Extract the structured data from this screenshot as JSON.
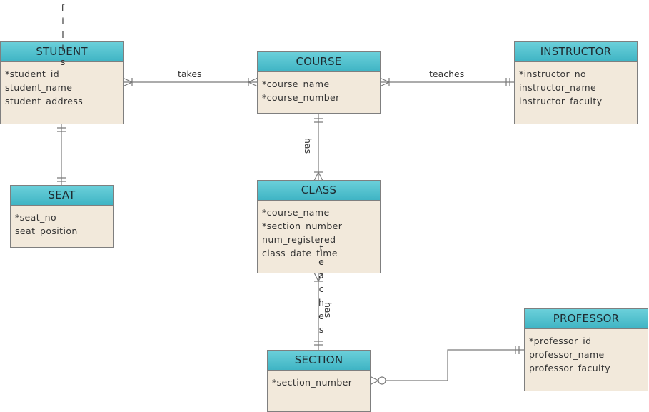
{
  "entities": {
    "student": {
      "title": "STUDENT",
      "attrs": [
        "*student_id",
        "student_name",
        "student_address"
      ]
    },
    "course": {
      "title": "COURSE",
      "attrs": [
        "*course_name",
        "*course_number"
      ]
    },
    "instructor": {
      "title": "INSTRUCTOR",
      "attrs": [
        "*instructor_no",
        "instructor_name",
        "instructor_faculty"
      ]
    },
    "seat": {
      "title": "SEAT",
      "attrs": [
        "*seat_no",
        "seat_position"
      ]
    },
    "class": {
      "title": "CLASS",
      "attrs": [
        "*course_name",
        "*section_number",
        "num_registered",
        "class_date_time"
      ]
    },
    "section": {
      "title": "SECTION",
      "attrs": [
        "*section_number"
      ]
    },
    "professor": {
      "title": "PROFESSOR",
      "attrs": [
        "*professor_id",
        "professor_name",
        "professor_faculty"
      ]
    }
  },
  "relationships": {
    "student_course": {
      "label": "takes",
      "from": "STUDENT",
      "to": "COURSE",
      "from_card": "one-or-many",
      "to_card": "one-or-many"
    },
    "course_instructor": {
      "label": "teaches",
      "from": "COURSE",
      "to": "INSTRUCTOR",
      "from_card": "one-or-many",
      "to_card": "one-and-only-one"
    },
    "course_class": {
      "label": "has",
      "from": "COURSE",
      "to": "CLASS",
      "from_card": "one-and-only-one",
      "to_card": "one-or-many"
    },
    "student_seat": {
      "label": "fills",
      "letters": [
        "f",
        "i",
        "l",
        "l",
        "s"
      ],
      "from": "STUDENT",
      "to": "SEAT",
      "from_card": "one-and-only-one",
      "to_card": "one-and-only-one"
    },
    "class_section": {
      "label": "has",
      "from": "CLASS",
      "to": "SECTION",
      "from_card": "one-or-many",
      "to_card": "one-and-only-one"
    },
    "class_section_teaches": {
      "label": "teaches",
      "letters": [
        "t",
        "e",
        "a",
        "c",
        "h",
        "e",
        "s"
      ]
    },
    "section_professor": {
      "label": "",
      "from": "SECTION",
      "to": "PROFESSOR",
      "from_card": "zero-or-many",
      "to_card": "one-and-only-one"
    }
  }
}
